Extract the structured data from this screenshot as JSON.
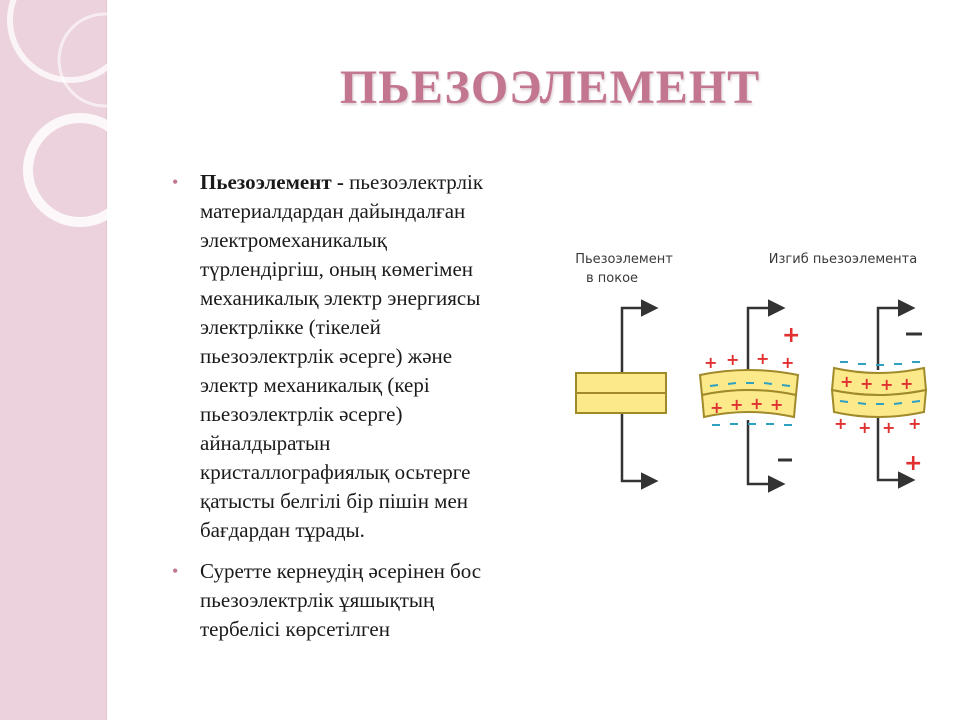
{
  "title": "ПЬЕЗОЭЛЕМЕНТ",
  "bullets": [
    {
      "term": "Пьезоэлемент",
      "separator": " - ",
      "lines": [
        "пьезоэлектрлік",
        "материалдардан дайындалған",
        "электромеханикалық",
        "түрлендіргіш, оның көмегімен",
        "механикалық электр энергиясы",
        "электрлікке (тікелей",
        "пьезоэлектрлік әсерге) және",
        "электр механикалық (кері",
        "пьезоэлектрлік әсерге)",
        "айналдыратын",
        "кристаллографиялық осьтерге",
        "қатысты белгілі бір пішін мен",
        "бағдардан тұрады."
      ]
    },
    {
      "lines": [
        "Суретте кернеудің әсерінен бос",
        "пьезоэлектрлік ұяшықтың",
        "тербелісі көрсетілген"
      ]
    }
  ],
  "diagram": {
    "label_rest_line1": "Пьезоэлемент",
    "label_rest_line2": "в покое",
    "label_bend": "Изгиб пьезоэлемента",
    "plus": "+",
    "minus": "−",
    "colors": {
      "plate_fill": "#fbe98a",
      "plate_stroke": "#a08a2a",
      "wire": "#333333",
      "plus_sign": "#e03030",
      "minus_sign": "#2fa0c0",
      "title_color": "#c3768f",
      "side_band": "#ecd2dc"
    }
  }
}
